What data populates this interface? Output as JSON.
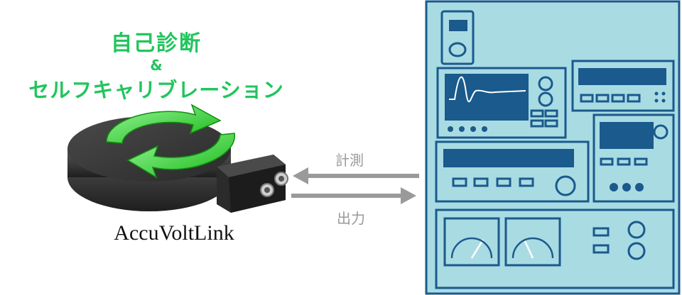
{
  "heading": {
    "line1": "自己診断",
    "amp": "&",
    "line2": "セルフキャリブレーション"
  },
  "device": {
    "name": "AccuVoltLink"
  },
  "arrows": {
    "measure": "計測",
    "output": "出力"
  },
  "colors": {
    "accent_green": "#22c55e",
    "rack_fill": "#a9dbe3",
    "rack_stroke": "#1a5a8c",
    "arrow_gray": "#9a9a9a"
  },
  "icons": [
    "device-icon",
    "rotate-arrows-icon",
    "instrument-rack-icon",
    "oscilloscope-wave-icon",
    "analog-meter-icon"
  ]
}
